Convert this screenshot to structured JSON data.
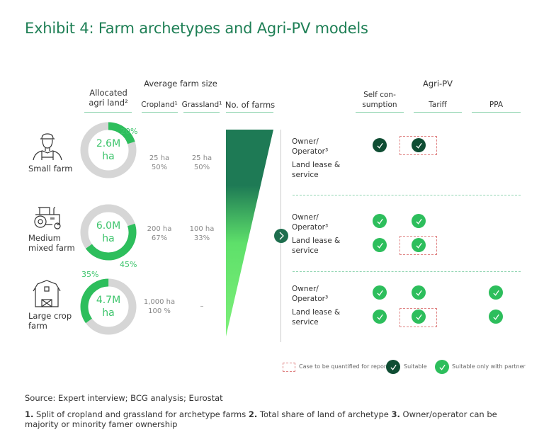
{
  "title": "Exhibit 4: Farm archetypes and Agri-PV models",
  "headers": {
    "allocated_1": "Allocated",
    "allocated_2": "agri land²",
    "avg_farm_size": "Average farm size",
    "cropland": "Cropland¹",
    "grassland": "Grassland¹",
    "no_of_farms": "No. of farms",
    "agri_pv": "Agri-PV",
    "self_1": "Self con-",
    "self_2": "sumption",
    "tariff": "Tariff",
    "ppa": "PPA"
  },
  "farms": [
    {
      "label_1": "Small farm",
      "label_2": "",
      "land_1": "2.6M",
      "land_2": "ha",
      "share": "20%",
      "share_value": 0.2,
      "cropland_ha": "25 ha",
      "cropland_pct": "50%",
      "grassland_ha": "25 ha",
      "grassland_pct": "50%"
    },
    {
      "label_1": "Medium",
      "label_2": "mixed farm",
      "land_1": "6.0M",
      "land_2": "ha",
      "share": "45%",
      "share_value": 0.45,
      "cropland_ha": "200 ha",
      "cropland_pct": "67%",
      "grassland_ha": "100 ha",
      "grassland_pct": "33%"
    },
    {
      "label_1": "Large crop",
      "label_2": "farm",
      "land_1": "4.7M",
      "land_2": "ha",
      "share": "35%",
      "share_value": 0.35,
      "cropland_ha": "1,000 ha",
      "cropland_pct": "100 %",
      "grassland_ha": "–",
      "grassland_pct": ""
    }
  ],
  "models": {
    "owner_1": "Owner/",
    "owner_2": "Operator³",
    "lease_1": "Land lease &",
    "lease_2": "service"
  },
  "legend": {
    "quantified": "Case to be quantified for report",
    "suitable": "Suitable",
    "partner": "Suitable only with partner"
  },
  "colors": {
    "accent": "#1e7f55",
    "dark_check": "#0f4d33",
    "light_check": "#2dbe5c",
    "donut": "#2dbe5c",
    "box": "#e08585"
  },
  "source": "Source: Expert interview; BCG analysis; Eurostat",
  "footnotes": {
    "n1": "1.",
    "t1": " Split of cropland and grassland for archetype farms ",
    "n2": "2.",
    "t2": " Total share of land of archetype ",
    "n3": "3.",
    "t3": " Owner/operator can be majority or minority famer ownership"
  }
}
